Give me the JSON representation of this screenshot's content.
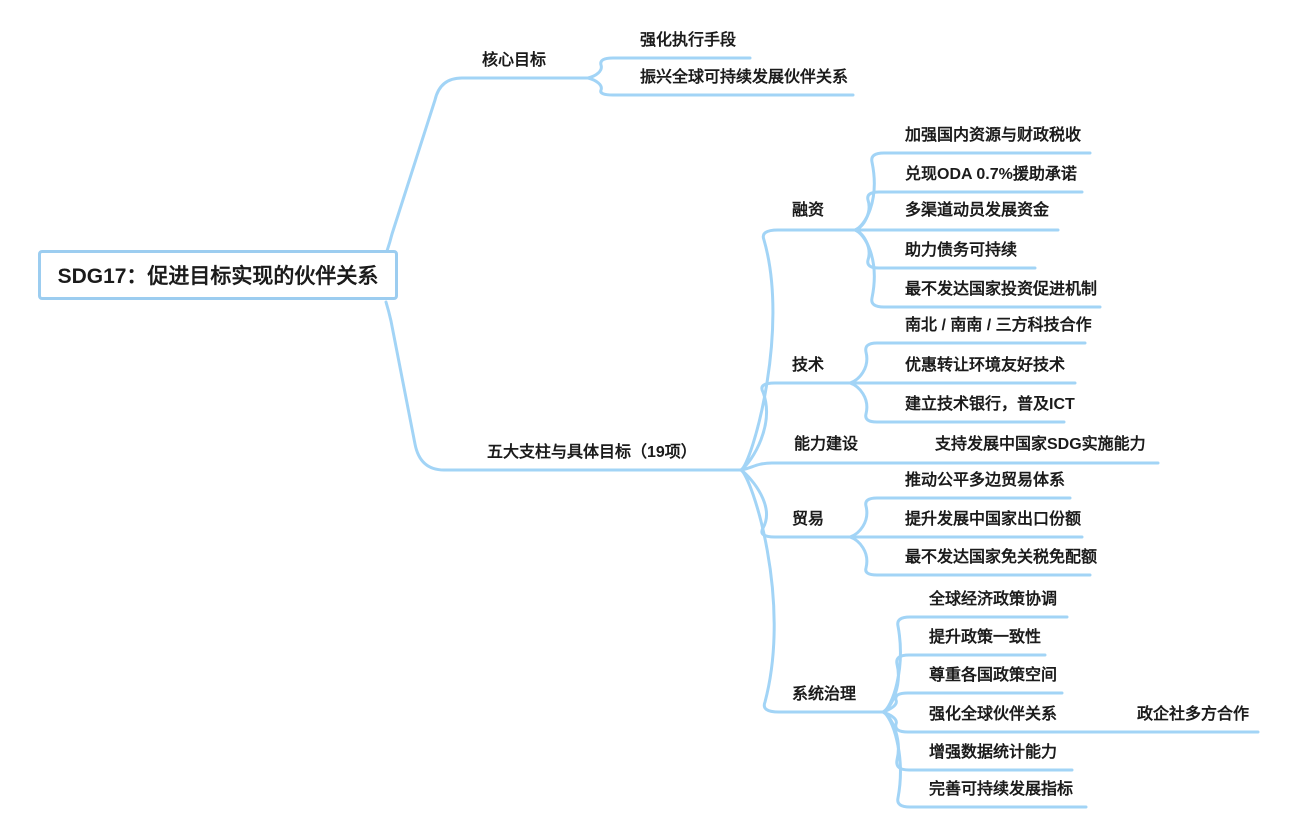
{
  "app": {
    "type": "mindmap-canvas"
  },
  "colors": {
    "branch_line": "#a2d4f6",
    "root_border": "#9ccdf0",
    "text_color": "#1b1b1b",
    "bg": "#ffffff"
  },
  "mindmap": {
    "root": {
      "label": "SDG17：促进目标实现的伙伴关系"
    },
    "branches": [
      {
        "label": "核心目标",
        "children": [
          {
            "label": "强化执行手段"
          },
          {
            "label": "振兴全球可持续发展伙伴关系"
          }
        ]
      },
      {
        "label": "五大支柱与具体目标（19项）",
        "children": [
          {
            "label": "融资",
            "children": [
              {
                "label": "加强国内资源与财政税收"
              },
              {
                "label": "兑现ODA 0.7%援助承诺"
              },
              {
                "label": "多渠道动员发展资金"
              },
              {
                "label": "助力债务可持续"
              },
              {
                "label": "最不发达国家投资促进机制"
              }
            ]
          },
          {
            "label": "技术",
            "children": [
              {
                "label": "南北 / 南南 / 三方科技合作"
              },
              {
                "label": "优惠转让环境友好技术"
              },
              {
                "label": "建立技术银行，普及ICT"
              }
            ]
          },
          {
            "label": "能力建设",
            "children": [
              {
                "label": "支持发展中国家SDG实施能力"
              }
            ]
          },
          {
            "label": "贸易",
            "children": [
              {
                "label": "推动公平多边贸易体系"
              },
              {
                "label": "提升发展中国家出口份额"
              },
              {
                "label": "最不发达国家免关税免配额"
              }
            ]
          },
          {
            "label": "系统治理",
            "children": [
              {
                "label": "全球经济政策协调"
              },
              {
                "label": "提升政策一致性"
              },
              {
                "label": "尊重各国政策空间"
              },
              {
                "label": "强化全球伙伴关系",
                "children": [
                  {
                    "label": "政企社多方合作"
                  }
                ]
              },
              {
                "label": "增强数据统计能力"
              },
              {
                "label": "完善可持续发展指标"
              }
            ]
          }
        ]
      }
    ]
  }
}
